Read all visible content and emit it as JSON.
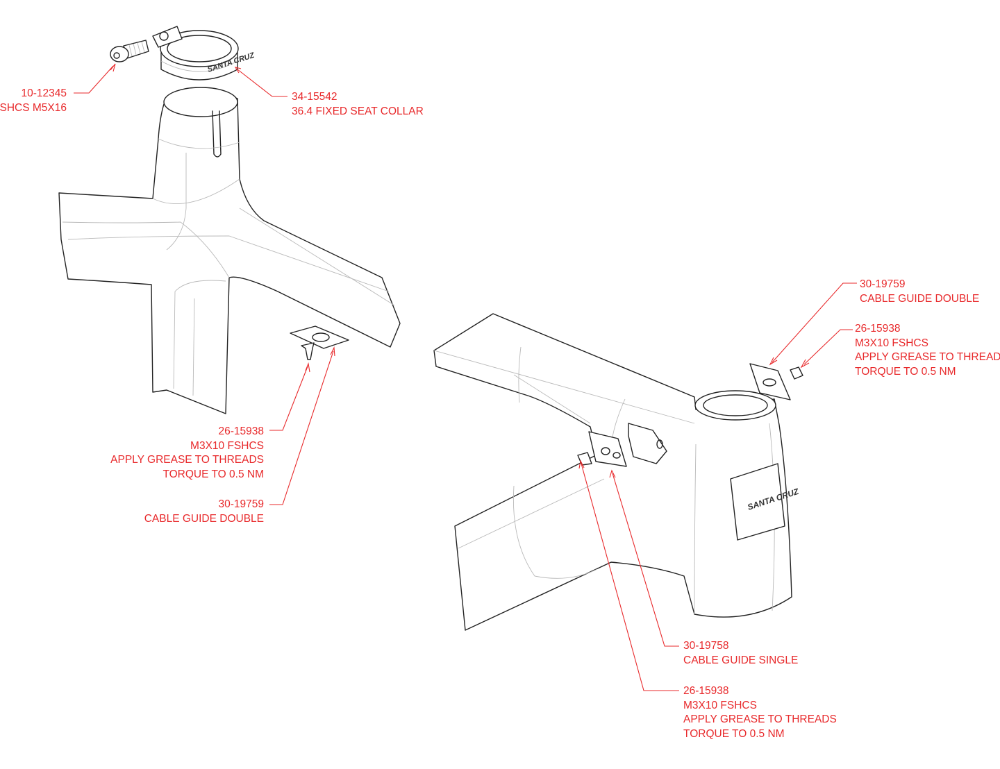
{
  "callouts": [
    {
      "id": "seat-collar-bolt",
      "lines": [
        "10-12345",
        "SHCS M5X16"
      ]
    },
    {
      "id": "seat-collar",
      "lines": [
        "34-15542",
        "36.4 FIXED SEAT COLLAR"
      ]
    },
    {
      "id": "bb-screw",
      "lines": [
        "26-15938",
        "M3X10 FSHCS",
        "APPLY GREASE TO THREADS",
        "TORQUE TO 0.5 NM"
      ]
    },
    {
      "id": "bb-cable-guide",
      "lines": [
        "30-19759",
        "CABLE GUIDE DOUBLE"
      ]
    },
    {
      "id": "ht-cable-guide-double",
      "lines": [
        "30-19759",
        "CABLE GUIDE DOUBLE"
      ]
    },
    {
      "id": "ht-screw-top",
      "lines": [
        "26-15938",
        "M3X10 FSHCS",
        "APPLY GREASE TO THREADS",
        "TORQUE TO 0.5 NM"
      ]
    },
    {
      "id": "ht-cable-guide-single",
      "lines": [
        "30-19758",
        "CABLE GUIDE SINGLE"
      ]
    },
    {
      "id": "ht-screw-side",
      "lines": [
        "26-15938",
        "M3X10 FSHCS",
        "APPLY GREASE TO THREADS",
        "TORQUE TO 0.5 NM"
      ]
    }
  ],
  "logos": {
    "collar": "SANTA CRUZ",
    "headtube": "SANTA CRUZ"
  },
  "colors": {
    "callout": "#e8292b",
    "linework": "#222222",
    "contour": "#b9b9b9"
  }
}
